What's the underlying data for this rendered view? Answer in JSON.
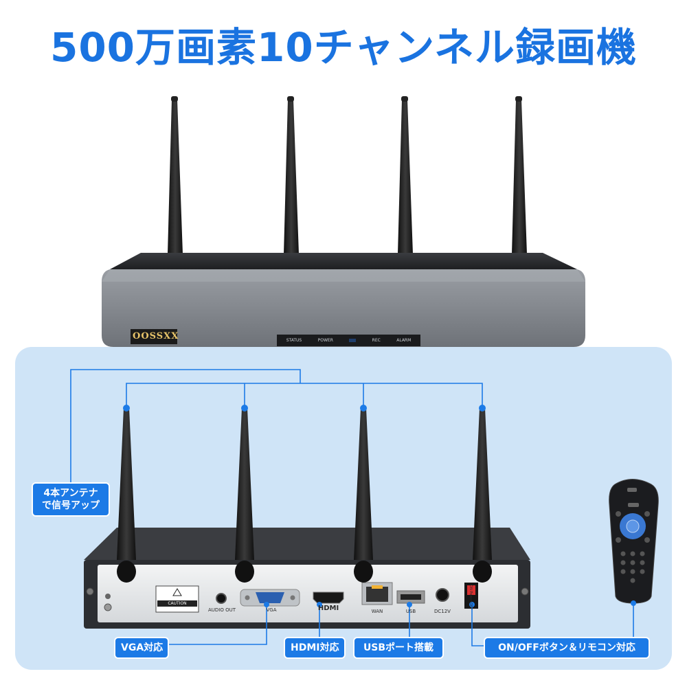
{
  "title": "500万画素10チャンネル録画機",
  "brand": {
    "logo_text": "OOSSXX"
  },
  "front_panel": {
    "indicators": [
      "STATUS",
      "POWER",
      "REC",
      "ALARM"
    ]
  },
  "rear_ports": {
    "audio_out": "AUDIO OUT",
    "vga": "VGA",
    "hdmi": "HDMI",
    "wan": "WAN",
    "usb": "USB",
    "dc": "DC12V",
    "switch": "ON Power OFF",
    "caution": "CAUTION"
  },
  "callouts": {
    "antenna": [
      "4本アンテナ",
      "で信号アップ"
    ],
    "vga": "VGA対応",
    "hdmi": "HDMI対応",
    "usb": "USBポート搭載",
    "power_remote": "ON/OFFボタン＆リモコン対応"
  },
  "colors": {
    "accent": "#1a73e0",
    "panel_bg": "#cfe4f7",
    "device_dark": "#2b2d31",
    "device_face": "#8c9096"
  },
  "icons": {
    "antenna": "antenna-icon",
    "remote": "remote-control-icon"
  }
}
